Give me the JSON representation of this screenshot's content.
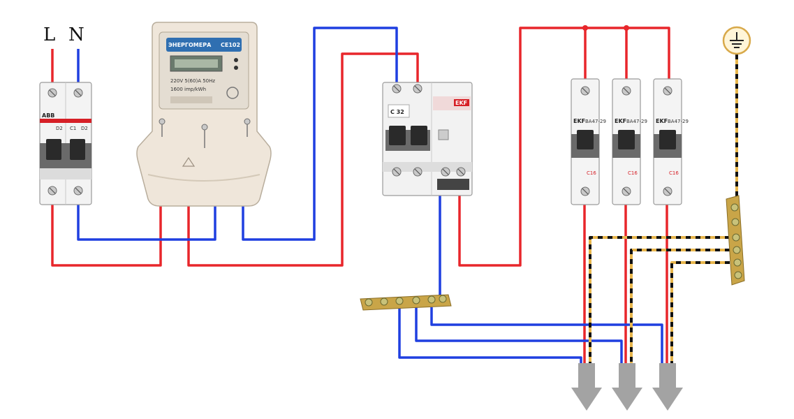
{
  "labels": {
    "line": "L",
    "neutral": "N"
  },
  "main_breaker": {
    "brand": "ABB",
    "ratings": [
      "D2",
      "C1",
      "D2"
    ]
  },
  "meter": {
    "brand": "ЭНЕРГОМЕРА",
    "model": "CE102",
    "info": "220V 5(60)A 50Hz",
    "info2": "1600 imp/kWh"
  },
  "rcbo": {
    "rating": "C 32",
    "brand": "EKF"
  },
  "branch_breakers": [
    {
      "brand": "EKF",
      "model": "ВА47-29",
      "rating": "C16"
    },
    {
      "brand": "EKF",
      "model": "ВА47-29",
      "rating": "C16"
    },
    {
      "brand": "EKF",
      "model": "ВА47-29",
      "rating": "C16"
    }
  ],
  "colors": {
    "phase": "#e8262b",
    "neutral": "#1f3fe0",
    "earth_yellow": "#e8b64c",
    "earth_dash": "#111111",
    "busbar": "#c9a548",
    "arrow": "#a3a3a3"
  },
  "icons": [
    "earth-ground-icon",
    "outlet-arrow-icon"
  ]
}
